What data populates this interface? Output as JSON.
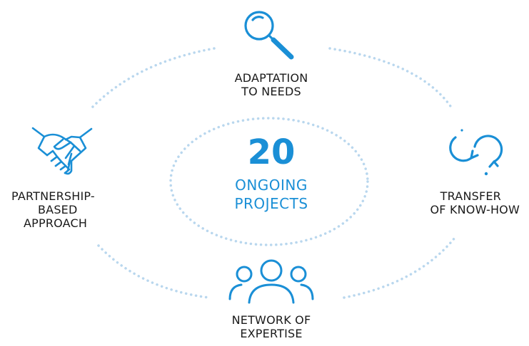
{
  "center": {
    "number": "20",
    "lines": [
      "ONGOING",
      "PROJECTS"
    ]
  },
  "nodes": {
    "top": {
      "icon": "magnifier-icon",
      "lines": [
        "ADAPTATION",
        "TO NEEDS"
      ]
    },
    "right": {
      "icon": "transfer-cycle-icon",
      "lines": [
        "TRANSFER",
        "OF KNOW-HOW"
      ]
    },
    "bottom": {
      "icon": "people-network-icon",
      "lines": [
        "NETWORK OF",
        "EXPERTISE"
      ]
    },
    "left": {
      "icon": "handshake-icon",
      "lines": [
        "PARTNERSHIP-",
        "BASED",
        "APPROACH"
      ]
    }
  },
  "colors": {
    "accent": "#1a8fd6",
    "dots": "#b9d7ee",
    "text": "#1a1a1a"
  }
}
